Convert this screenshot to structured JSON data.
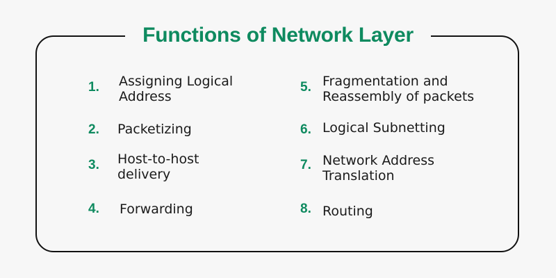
{
  "title": "Functions of Network Layer",
  "colors": {
    "accent": "#0e8a5f",
    "text": "#1a1a1a",
    "border": "#111111",
    "background": "#f7f7f7"
  },
  "items": [
    {
      "number": "1.",
      "lines": [
        "Assigning Logical",
        "Address"
      ]
    },
    {
      "number": "2.",
      "lines": [
        "Packetizing"
      ]
    },
    {
      "number": "3.",
      "lines": [
        "Host-to-host",
        "delivery"
      ]
    },
    {
      "number": "4.",
      "lines": [
        "Forwarding"
      ]
    },
    {
      "number": "5.",
      "lines": [
        "Fragmentation and",
        "Reassembly of packets"
      ]
    },
    {
      "number": "6.",
      "lines": [
        "Logical Subnetting"
      ]
    },
    {
      "number": "7.",
      "lines": [
        "Network Address",
        "Translation"
      ]
    },
    {
      "number": "8.",
      "lines": [
        "Routing"
      ]
    }
  ]
}
